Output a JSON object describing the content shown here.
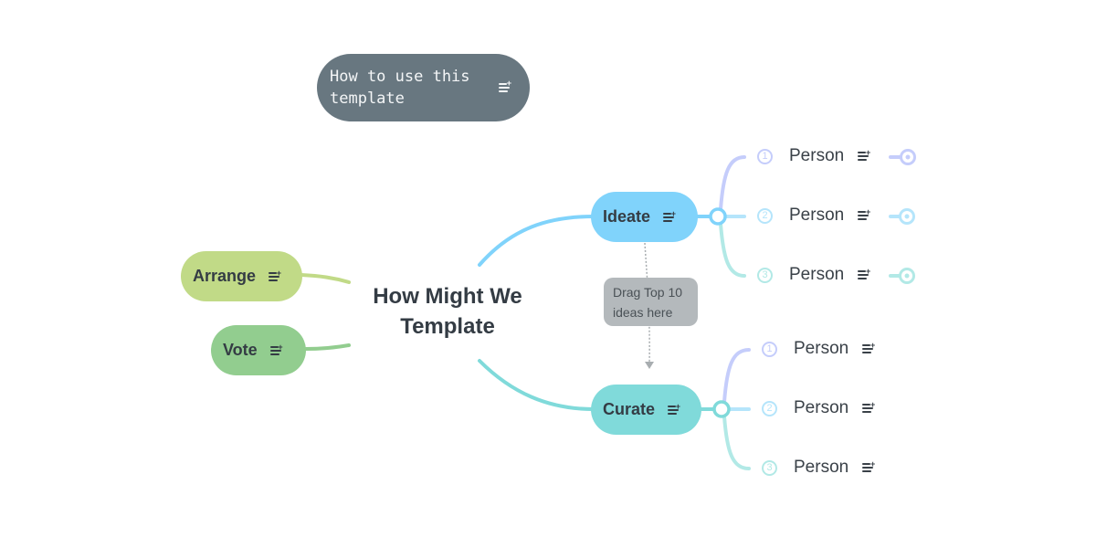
{
  "howto_node": {
    "label": "How to use this template",
    "icon": "note-add-icon"
  },
  "central_topic": {
    "label": "How Might We Template"
  },
  "left_branches": [
    {
      "label": "Arrange",
      "color": "#c1da87",
      "icon": "note-add-icon"
    },
    {
      "label": "Vote",
      "color": "#92cd8f",
      "icon": "note-add-icon"
    }
  ],
  "right_branches": [
    {
      "label": "Ideate",
      "color": "#80d3fb",
      "icon": "note-add-icon",
      "children": [
        {
          "number": "1",
          "label": "Person",
          "color": "#c5cdfb"
        },
        {
          "number": "2",
          "label": "Person",
          "color": "#b5e5fb"
        },
        {
          "number": "3",
          "label": "Person",
          "color": "#b2e9e6"
        }
      ]
    },
    {
      "label": "Curate",
      "color": "#80dada",
      "icon": "note-add-icon",
      "children": [
        {
          "number": "1",
          "label": "Person",
          "color": "#c5cdfb"
        },
        {
          "number": "2",
          "label": "Person",
          "color": "#b5e5fb"
        },
        {
          "number": "3",
          "label": "Person",
          "color": "#b2e9e6"
        }
      ]
    }
  ],
  "relationship_note": {
    "label": "Drag Top 10 ideas here"
  }
}
